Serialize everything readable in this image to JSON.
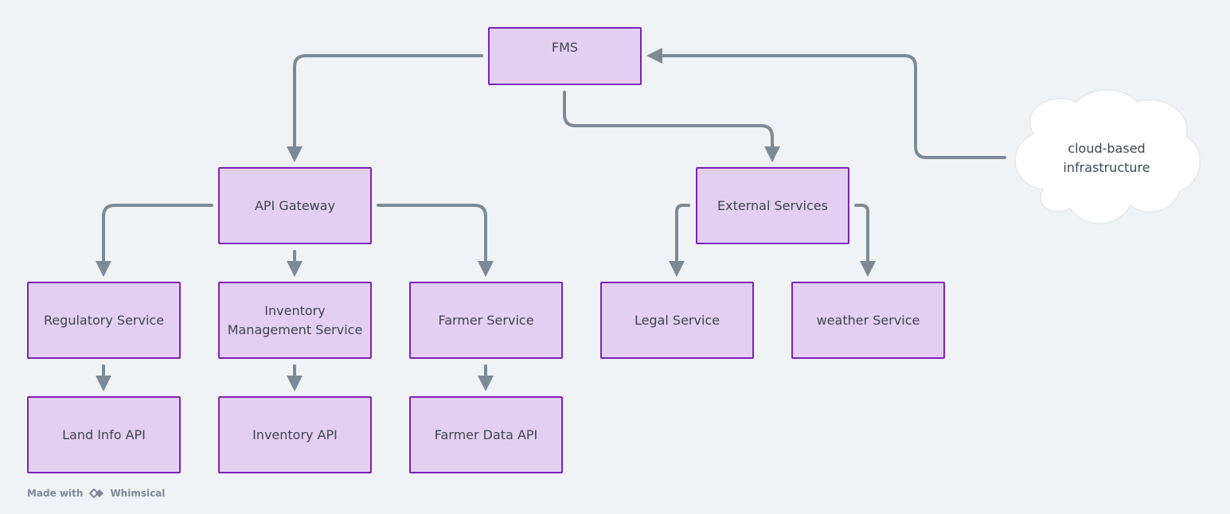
{
  "nodes": {
    "fms": "FMS",
    "api_gateway": "API Gateway",
    "external_services": "External Services",
    "regulatory_service": "Regulatory Service",
    "inventory_management_service": "Inventory\nManagement Service",
    "farmer_service": "Farmer Service",
    "legal_service": "Legal Service",
    "weather_service": "weather Service",
    "land_info_api": "Land Info API",
    "inventory_api": "Inventory API",
    "farmer_data_api": "Farmer Data API",
    "cloud": "cloud-based\ninfrastructure"
  },
  "edges": [
    {
      "from": "FMS",
      "to": "API Gateway"
    },
    {
      "from": "FMS",
      "to": "External Services"
    },
    {
      "from": "cloud-based infrastructure",
      "to": "FMS"
    },
    {
      "from": "API Gateway",
      "to": "Regulatory Service"
    },
    {
      "from": "API Gateway",
      "to": "Inventory Management Service"
    },
    {
      "from": "API Gateway",
      "to": "Farmer Service"
    },
    {
      "from": "External Services",
      "to": "Legal Service"
    },
    {
      "from": "External Services",
      "to": "weather Service"
    },
    {
      "from": "Regulatory Service",
      "to": "Land Info API"
    },
    {
      "from": "Inventory Management Service",
      "to": "Inventory API"
    },
    {
      "from": "Farmer Service",
      "to": "Farmer Data API"
    }
  ],
  "footer": {
    "made_with": "Made with",
    "brand": "Whimsical"
  },
  "colors": {
    "background": "#eff3f6",
    "node_fill": "#e3cff2",
    "node_border": "#7f21b8",
    "connector": "#7d8a96",
    "text": "#3f4653"
  },
  "icons": [
    "whimsical-logo-icon",
    "cloud-shape"
  ]
}
